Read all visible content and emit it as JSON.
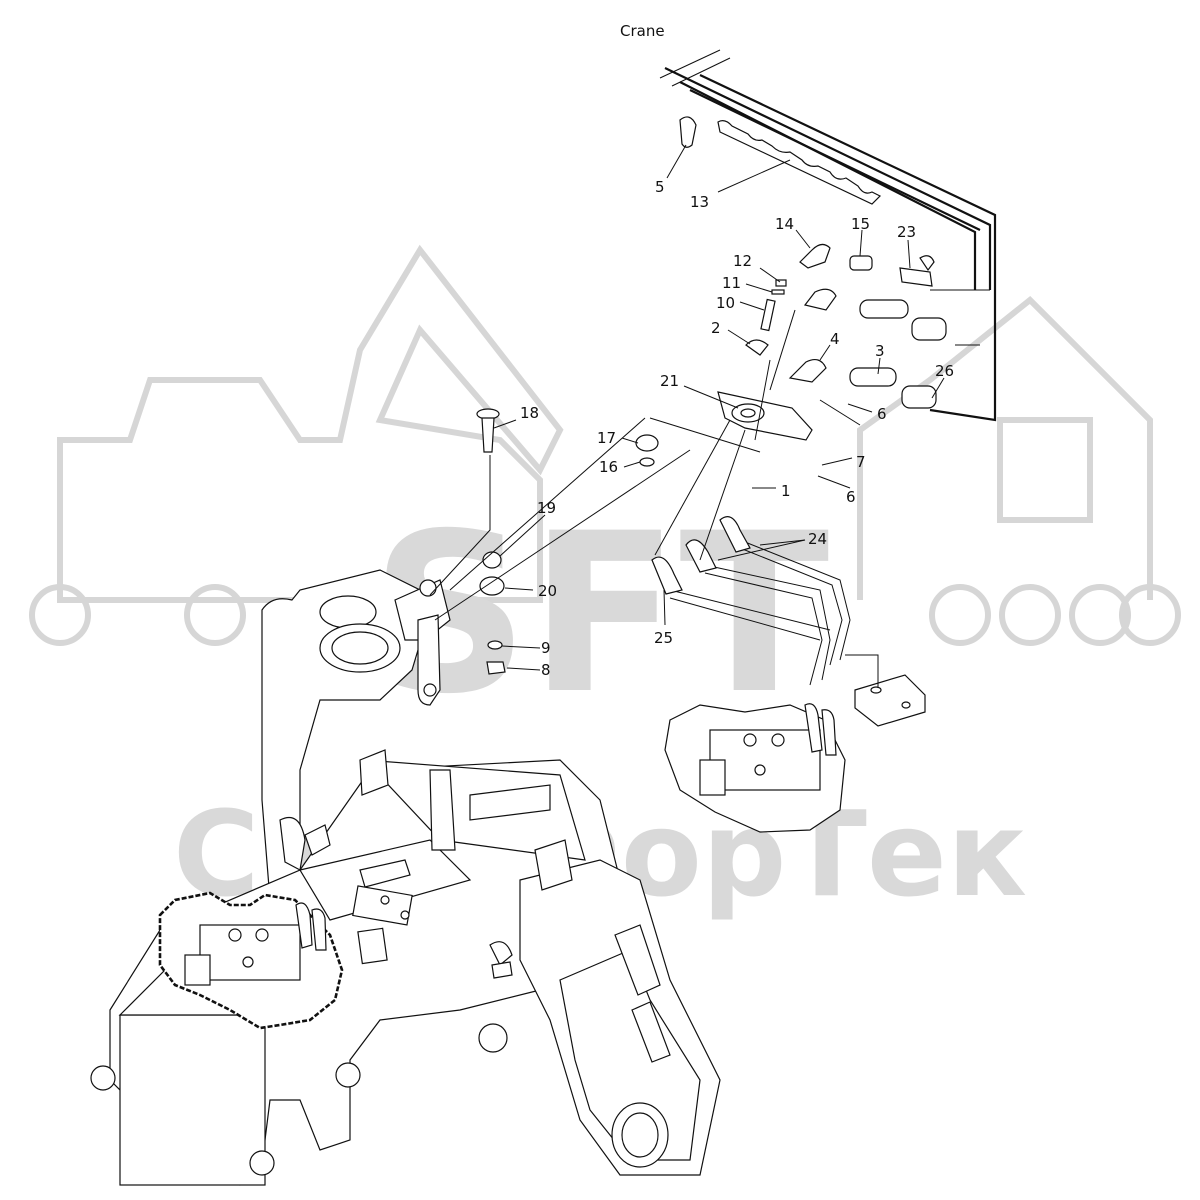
{
  "watermark": {
    "logo_text": "SFT",
    "company_text": "СкинФорТек"
  },
  "diagram": {
    "title": "Crane",
    "callouts": [
      {
        "id": "c5",
        "label": "5"
      },
      {
        "id": "c13",
        "label": "13"
      },
      {
        "id": "c14",
        "label": "14"
      },
      {
        "id": "c15",
        "label": "15"
      },
      {
        "id": "c23",
        "label": "23"
      },
      {
        "id": "c12",
        "label": "12"
      },
      {
        "id": "c11",
        "label": "11"
      },
      {
        "id": "c10",
        "label": "10"
      },
      {
        "id": "c2",
        "label": "2"
      },
      {
        "id": "c4",
        "label": "4"
      },
      {
        "id": "c3",
        "label": "3"
      },
      {
        "id": "c26",
        "label": "26"
      },
      {
        "id": "c21",
        "label": "21"
      },
      {
        "id": "c6a",
        "label": "6"
      },
      {
        "id": "c7",
        "label": "7"
      },
      {
        "id": "c6b",
        "label": "6"
      },
      {
        "id": "c1",
        "label": "1"
      },
      {
        "id": "c18",
        "label": "18"
      },
      {
        "id": "c17",
        "label": "17"
      },
      {
        "id": "c16",
        "label": "16"
      },
      {
        "id": "c19",
        "label": "19"
      },
      {
        "id": "c20",
        "label": "20"
      },
      {
        "id": "c24",
        "label": "24"
      },
      {
        "id": "c9",
        "label": "9"
      },
      {
        "id": "c8",
        "label": "8"
      },
      {
        "id": "c25",
        "label": "25"
      }
    ]
  }
}
